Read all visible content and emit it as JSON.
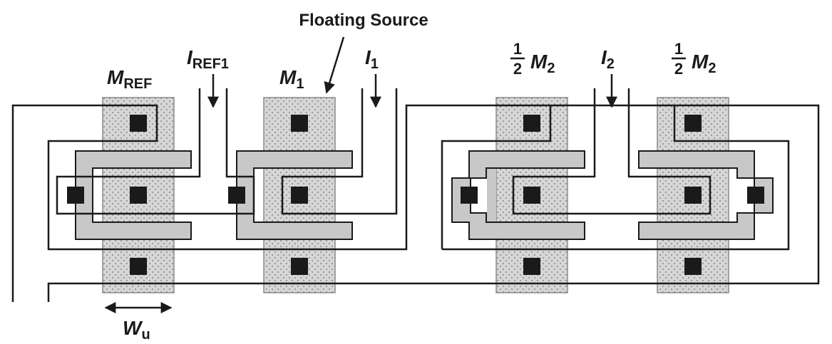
{
  "title": "Floating Source",
  "devices": {
    "mref": {
      "main": "M",
      "sub": "REF"
    },
    "m1": {
      "main": "M",
      "sub": "1"
    },
    "m2_left": {
      "num": "1",
      "den": "2",
      "main": "M",
      "sub": "2"
    },
    "m2_right": {
      "num": "1",
      "den": "2",
      "main": "M",
      "sub": "2"
    }
  },
  "currents": {
    "iref1": {
      "main": "I",
      "sub": "REF1"
    },
    "i1": {
      "main": "I",
      "sub": "1"
    },
    "i2": {
      "main": "I",
      "sub": "2"
    }
  },
  "width_label": {
    "main": "W",
    "sub": "u"
  },
  "colors": {
    "metal": "#1a1a1a",
    "poly": "#c8c8c8",
    "diffusion": "#d6d6d6",
    "contact": "#1a1a1a",
    "background": "#ffffff"
  }
}
